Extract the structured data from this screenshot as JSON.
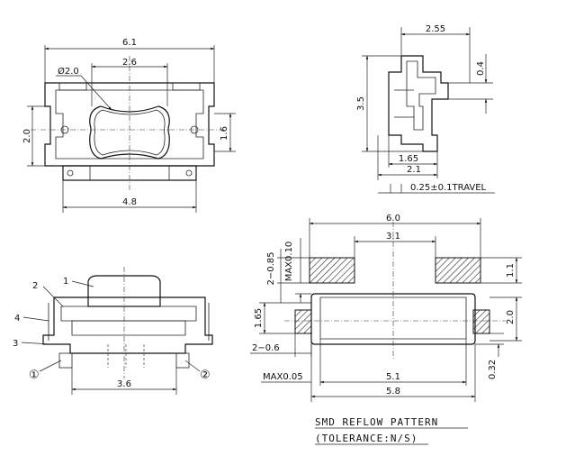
{
  "top_view": {
    "dim_total_width": "6.1",
    "dim_button_width": "2.6",
    "dim_button_diameter": "Ø2.0",
    "dim_height_left": "2.0",
    "dim_height_right": "1.6",
    "dim_bottom_width": "4.8"
  },
  "side_view": {
    "dim_top_width": "2.55",
    "dim_top_offset": "0.4",
    "dim_height": "3.5",
    "dim_base_1": "1.65",
    "dim_base_2": "2.1",
    "dim_travel": "0.25±0.1TRAVEL"
  },
  "front_view": {
    "callout_1": "1",
    "callout_2": "2",
    "callout_3": "3",
    "callout_4": "4",
    "terminal_1": "①",
    "terminal_2": "②",
    "dim_pin_pitch": "3.6"
  },
  "reflow_pattern": {
    "dim_outer_width": "6.0",
    "dim_inner_width": "3.1",
    "dim_max_010": "MAX0.10",
    "dim_2_085": "2−0.85",
    "dim_pad_height": "1.1",
    "dim_165": "1.65",
    "dim_20": "2.0",
    "dim_2_06": "2−0.6",
    "dim_max_005": "MAX0.05",
    "dim_51": "5.1",
    "dim_032": "0.32",
    "dim_58": "5.8",
    "title": "SMD REFLOW PATTERN",
    "subtitle": "(TOLERANCE:N/S)"
  }
}
